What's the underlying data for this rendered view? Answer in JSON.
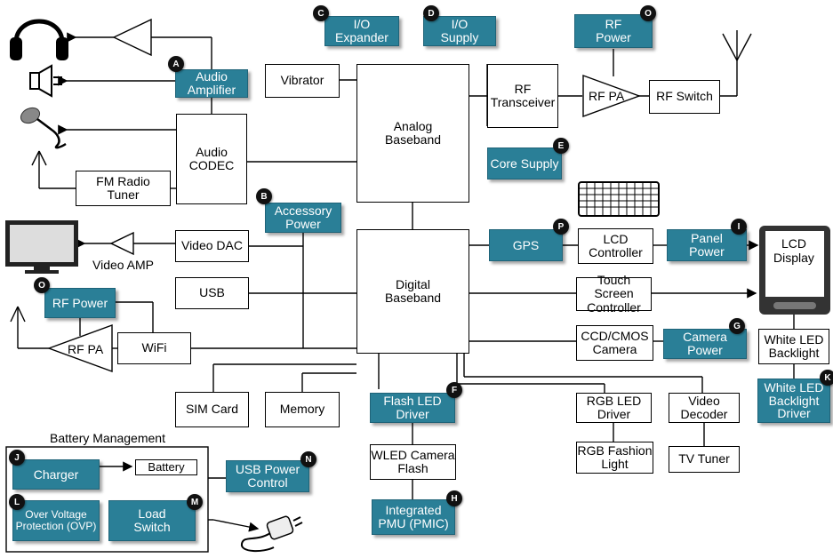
{
  "blocks": {
    "vibrator": "Vibrator",
    "analog_baseband": "Analog\nBaseband",
    "rf_transceiver": "RF\nTransceiver",
    "rf_pa_top": "RF PA",
    "rf_switch": "RF Switch",
    "audio_codec": "Audio\nCODEC",
    "fm_radio_tuner": "FM Radio\nTuner",
    "video_dac": "Video DAC",
    "video_amp": "Video AMP",
    "usb": "USB",
    "digital_baseband": "Digital\nBaseband",
    "wifi": "WiFi",
    "rf_pa_left": "RF PA",
    "lcd_controller": "LCD\nController",
    "lcd_display": "LCD\nDisplay",
    "touch_screen_controller": "Touch Screen\nController",
    "ccd_cmos_camera": "CCD/CMOS\nCamera",
    "white_led_backlight": "White LED\nBacklight",
    "sim_card": "SIM Card",
    "memory": "Memory",
    "wled_camera_flash": "WLED Camera\nFlash",
    "rgb_led_driver": "RGB LED\nDriver",
    "rgb_fashion_light": "RGB Fashion\nLight",
    "video_decoder": "Video\nDecoder",
    "tv_tuner": "TV Tuner",
    "battery": "Battery",
    "battery_management": "Battery Management"
  },
  "highlights": [
    {
      "id": "A",
      "label": "Audio\nAmplifier"
    },
    {
      "id": "B",
      "label": "Accessory\nPower"
    },
    {
      "id": "C",
      "label": "I/O\nExpander"
    },
    {
      "id": "D",
      "label": "I/O\nSupply"
    },
    {
      "id": "E",
      "label": "Core Supply"
    },
    {
      "id": "F",
      "label": "Flash LED\nDriver"
    },
    {
      "id": "G",
      "label": "Camera Power"
    },
    {
      "id": "H",
      "label": "Integrated\nPMU (PMIC)"
    },
    {
      "id": "I",
      "label": "Panel\nPower"
    },
    {
      "id": "J",
      "label": "Charger"
    },
    {
      "id": "K",
      "label": "White LED\nBacklight\nDriver"
    },
    {
      "id": "L",
      "label": "Over Voltage\nProtection (OVP)"
    },
    {
      "id": "M",
      "label": "Load\nSwitch"
    },
    {
      "id": "N",
      "label": "USB Power\nControl"
    },
    {
      "id": "O",
      "label": "RF\nPower"
    },
    {
      "id": "O",
      "label": "RF Power"
    },
    {
      "id": "P",
      "label": "GPS"
    }
  ],
  "colors": {
    "highlight": "#2a7f97",
    "badge": "#111111",
    "line": "#000000"
  },
  "icons": [
    "headphones-icon",
    "speaker-icon",
    "microphone-icon",
    "antenna-icon",
    "monitor-icon",
    "keypad-icon",
    "phone-display-icon",
    "charger-plug-icon"
  ]
}
